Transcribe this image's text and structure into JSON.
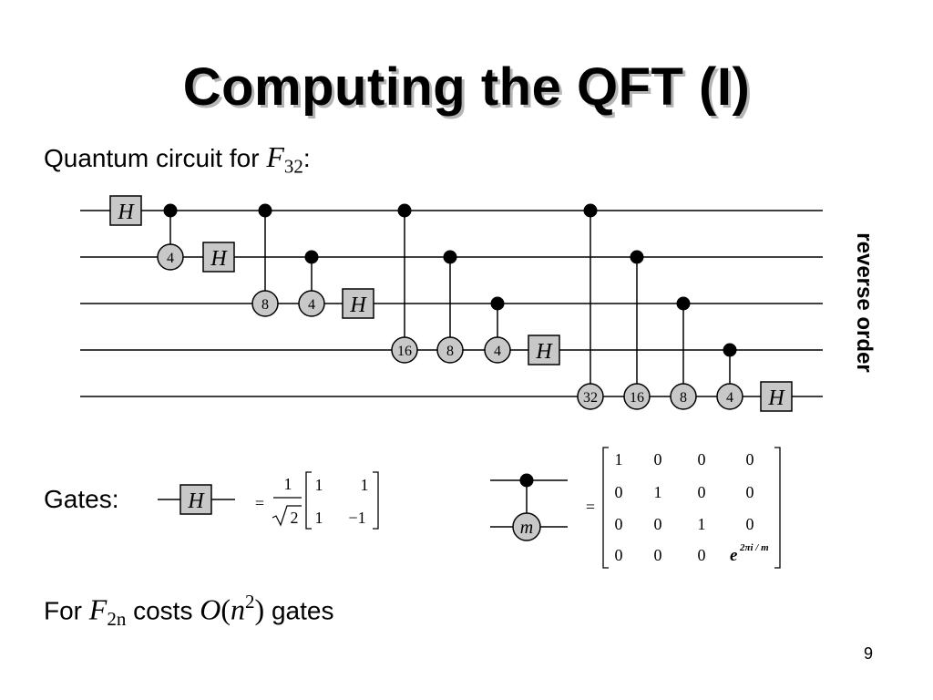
{
  "slide": {
    "title": "Computing the QFT (I)",
    "subtitle": {
      "prefix": "Quantum circuit for ",
      "F": "F",
      "sub": "32",
      "suffix": ":"
    },
    "side_label": "reverse order",
    "gates_label": "Gates:",
    "footer": {
      "prefix": "For ",
      "F": "F",
      "F_sub": "2",
      "F_sub_sup": "n",
      "middle": " costs ",
      "O": "O",
      "paren_open": "(",
      "n": "n",
      "n_sup": "2",
      "paren_close": ")",
      "suffix": " gates"
    },
    "page_number": "9"
  },
  "circuit": {
    "hadamard_label": "H",
    "controlled_labels": [
      "4",
      "8",
      "4",
      "16",
      "8",
      "4",
      "32",
      "16",
      "8",
      "4"
    ]
  },
  "gate_defs": {
    "hadamard": {
      "label": "H",
      "equals": "=",
      "frac_num": "1",
      "sqrt_arg": "2",
      "matrix": [
        [
          "1",
          "1"
        ],
        [
          "1",
          "−1"
        ]
      ]
    },
    "controlled": {
      "label": "m",
      "equals": "=",
      "matrix": [
        [
          "1",
          "0",
          "0",
          "0"
        ],
        [
          "0",
          "1",
          "0",
          "0"
        ],
        [
          "0",
          "0",
          "1",
          "0"
        ],
        [
          "0",
          "0",
          "0",
          "e"
        ]
      ],
      "exp_super": "2πi / m"
    }
  }
}
